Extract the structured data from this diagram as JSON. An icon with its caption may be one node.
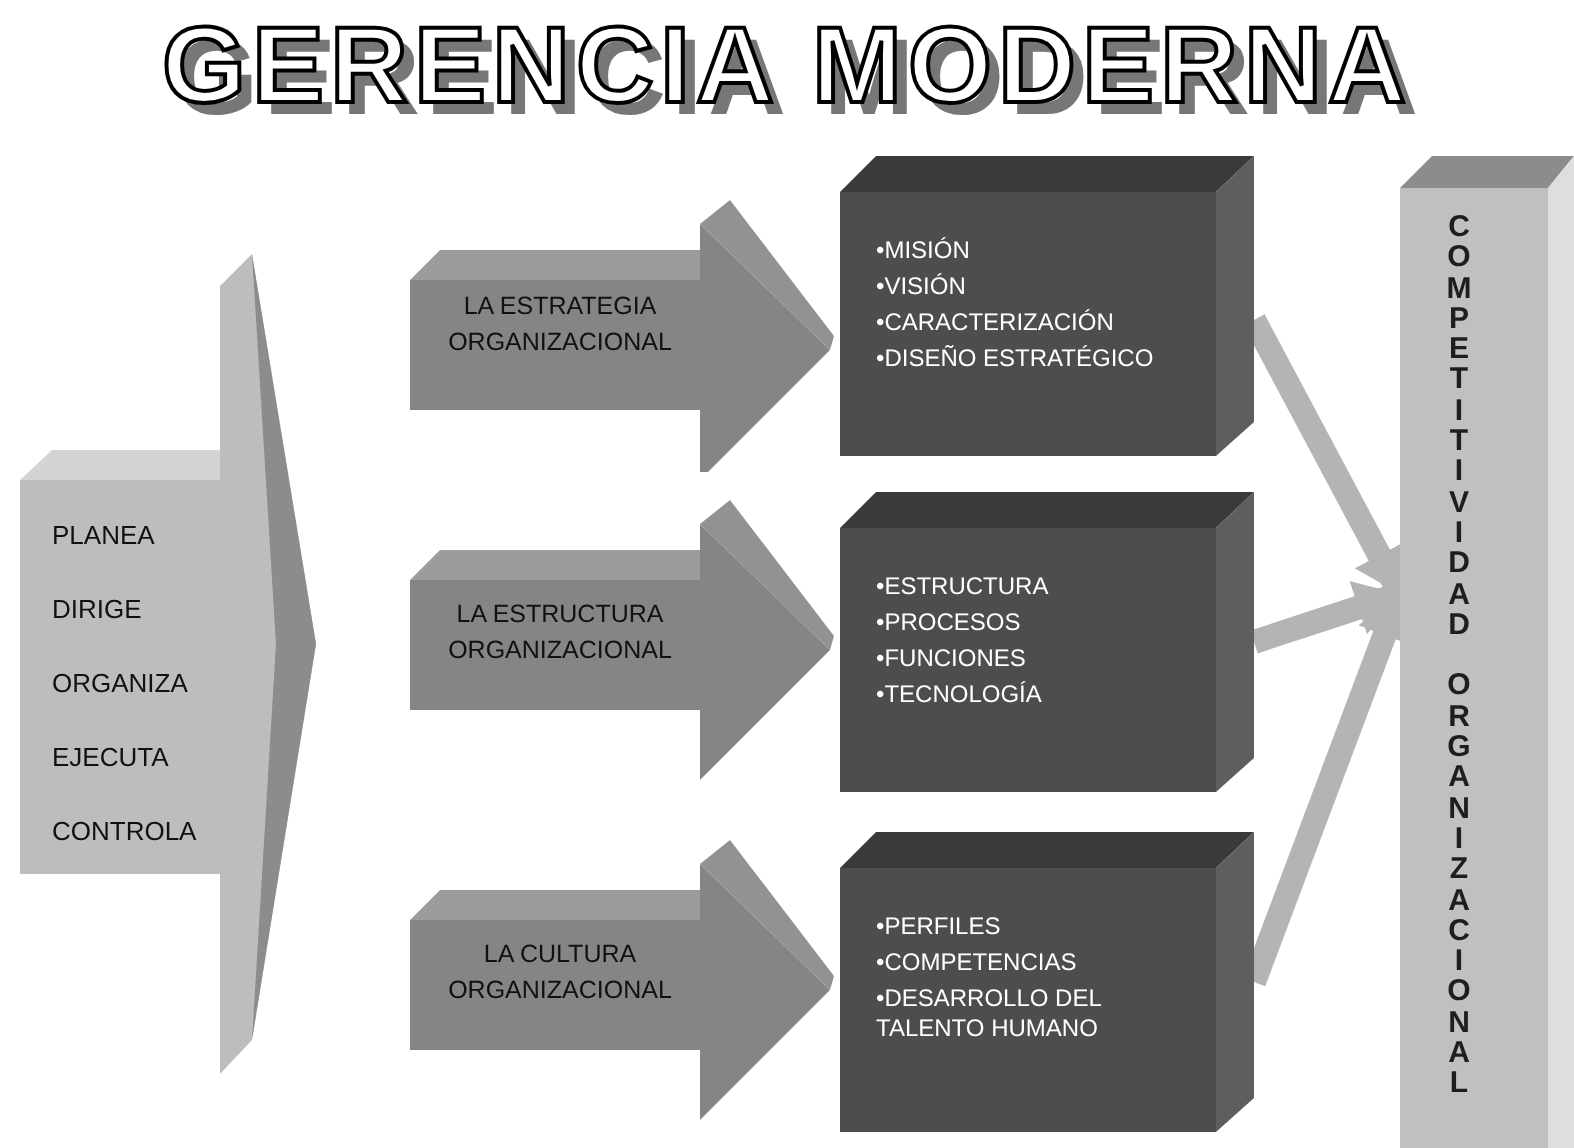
{
  "diagram": {
    "title": "GERENCIA MODERNA",
    "nodes": [
      {
        "text": [
          "PLANEA",
          "DIRIGE",
          "ORGANIZA",
          "EJECUTA",
          "CONTROLA"
        ]
      },
      {
        "text": [
          "LA ESTRATEGIA ORGANIZACIONAL"
        ]
      },
      {
        "text": [
          "LA ESTRUCTURA ORGANIZACIONAL"
        ]
      },
      {
        "text": [
          "LA CULTURA ORGANIZACIONAL"
        ]
      },
      {
        "text": [
          "•MISIÓN",
          "•VISIÓN",
          "•CARACTERIZACIÓN",
          "•DISEÑO ESTRATÉGICO"
        ]
      },
      {
        "text": [
          "•ESTRUCTURA",
          "•PROCESOS",
          "•FUNCIONES",
          "•TECNOLOGÍA"
        ]
      },
      {
        "text": [
          "•PERFILES",
          "•COMPETENCIAS",
          "•DESARROLLO DEL TALENTO HUMANO"
        ]
      },
      {
        "text": [
          "COMPETITIVIDAD ORGANIZACIONAL"
        ]
      }
    ],
    "edges": [
      {
        "from": 4,
        "to": 7,
        "arrow": "to"
      },
      {
        "from": 5,
        "to": 7,
        "arrow": "to"
      },
      {
        "from": 6,
        "to": 7,
        "arrow": "to"
      }
    ]
  }
}
